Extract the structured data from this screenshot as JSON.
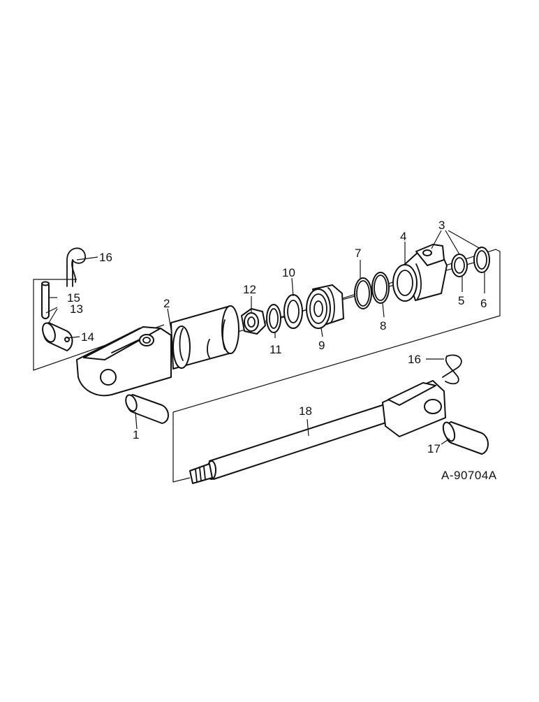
{
  "callouts": {
    "c1": "1",
    "c2": "2",
    "c3": "3",
    "c4": "4",
    "c5": "5",
    "c6": "6",
    "c7": "7",
    "c8": "8",
    "c9": "9",
    "c10": "10",
    "c11": "11",
    "c12": "12",
    "c13": "13",
    "c14": "14",
    "c15": "15",
    "c16a": "16",
    "c16b": "16",
    "c17": "17",
    "c18": "18"
  },
  "reference_code": "A-90704A"
}
